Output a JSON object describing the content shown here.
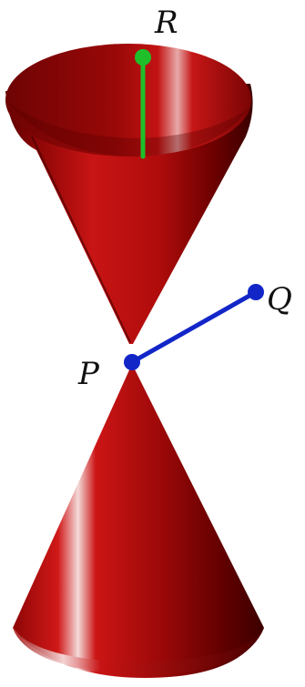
{
  "diagram": {
    "type": "double-cone",
    "colors": {
      "cone": "#b30f0f",
      "cone_dark": "#4a0000",
      "cone_highlight": "#f2d5d5",
      "segment_PR": "#1fbf2a",
      "segment_PQ": "#1226c8",
      "label": "#111111"
    },
    "points": [
      {
        "id": "P",
        "label": "P",
        "color": "#1226c8"
      },
      {
        "id": "Q",
        "label": "Q",
        "color": "#1226c8"
      },
      {
        "id": "R",
        "label": "R",
        "color": "#1fbf2a"
      }
    ],
    "segments": [
      {
        "from": "P",
        "to": "Q",
        "color": "#1226c8"
      },
      {
        "from": "R",
        "to": "axis",
        "color": "#1fbf2a"
      }
    ]
  }
}
